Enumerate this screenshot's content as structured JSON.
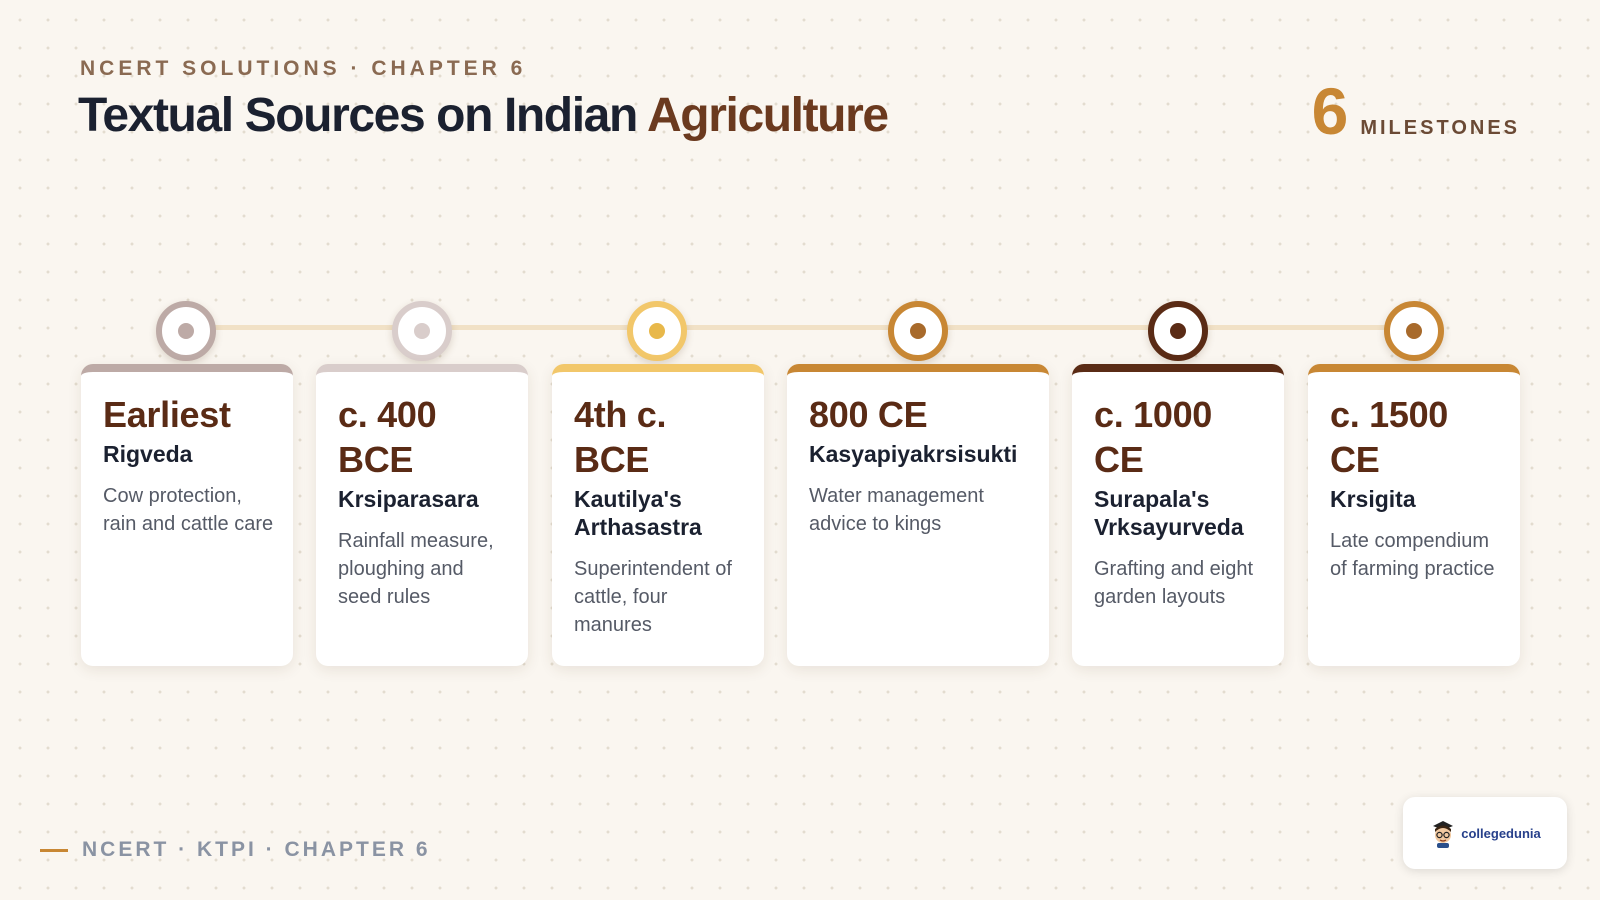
{
  "header": {
    "eyebrow": "NCERT SOLUTIONS · CHAPTER 6",
    "title_main": "Textual Sources on Indian",
    "title_accent": "Agriculture",
    "milestone_count": "6",
    "milestone_label": "MILESTONES"
  },
  "timeline": {
    "line_color": "#f1e1c6",
    "items": [
      {
        "date": "Earliest",
        "source": "Rigveda",
        "description": "Cow protection, rain and cattle care",
        "color": "#bdaaa6",
        "dot_color": "#bdaaa6"
      },
      {
        "date": "c. 400 BCE",
        "source": "Krsiparasara",
        "description": "Rainfall measure, ploughing and seed rules",
        "color": "#d9cdcb",
        "dot_color": "#d9cdcb"
      },
      {
        "date": "4th c. BCE",
        "source": "Kautilya's Arthasastra",
        "description": "Superintendent of cattle, four manures",
        "color": "#f2c76a",
        "dot_color": "#e8b84a"
      },
      {
        "date": "800 CE",
        "source": "Kasyapiyakrsisukti",
        "description": "Water management advice to kings",
        "color": "#c88734",
        "dot_color": "#a86a2b"
      },
      {
        "date": "c. 1000 CE",
        "source": "Surapala's Vrksayurveda",
        "description": "Grafting and eight garden layouts",
        "color": "#5a2b15",
        "dot_color": "#5a2b15"
      },
      {
        "date": "c. 1500 CE",
        "source": "Krsigita",
        "description": "Late compendium of farming practice",
        "color": "#c88734",
        "dot_color": "#a86a2b"
      }
    ]
  },
  "footer": {
    "text": "NCERT · KTPI · CHAPTER 6"
  },
  "brand": {
    "name": "collegedunia",
    "icon": "mascot-icon"
  }
}
